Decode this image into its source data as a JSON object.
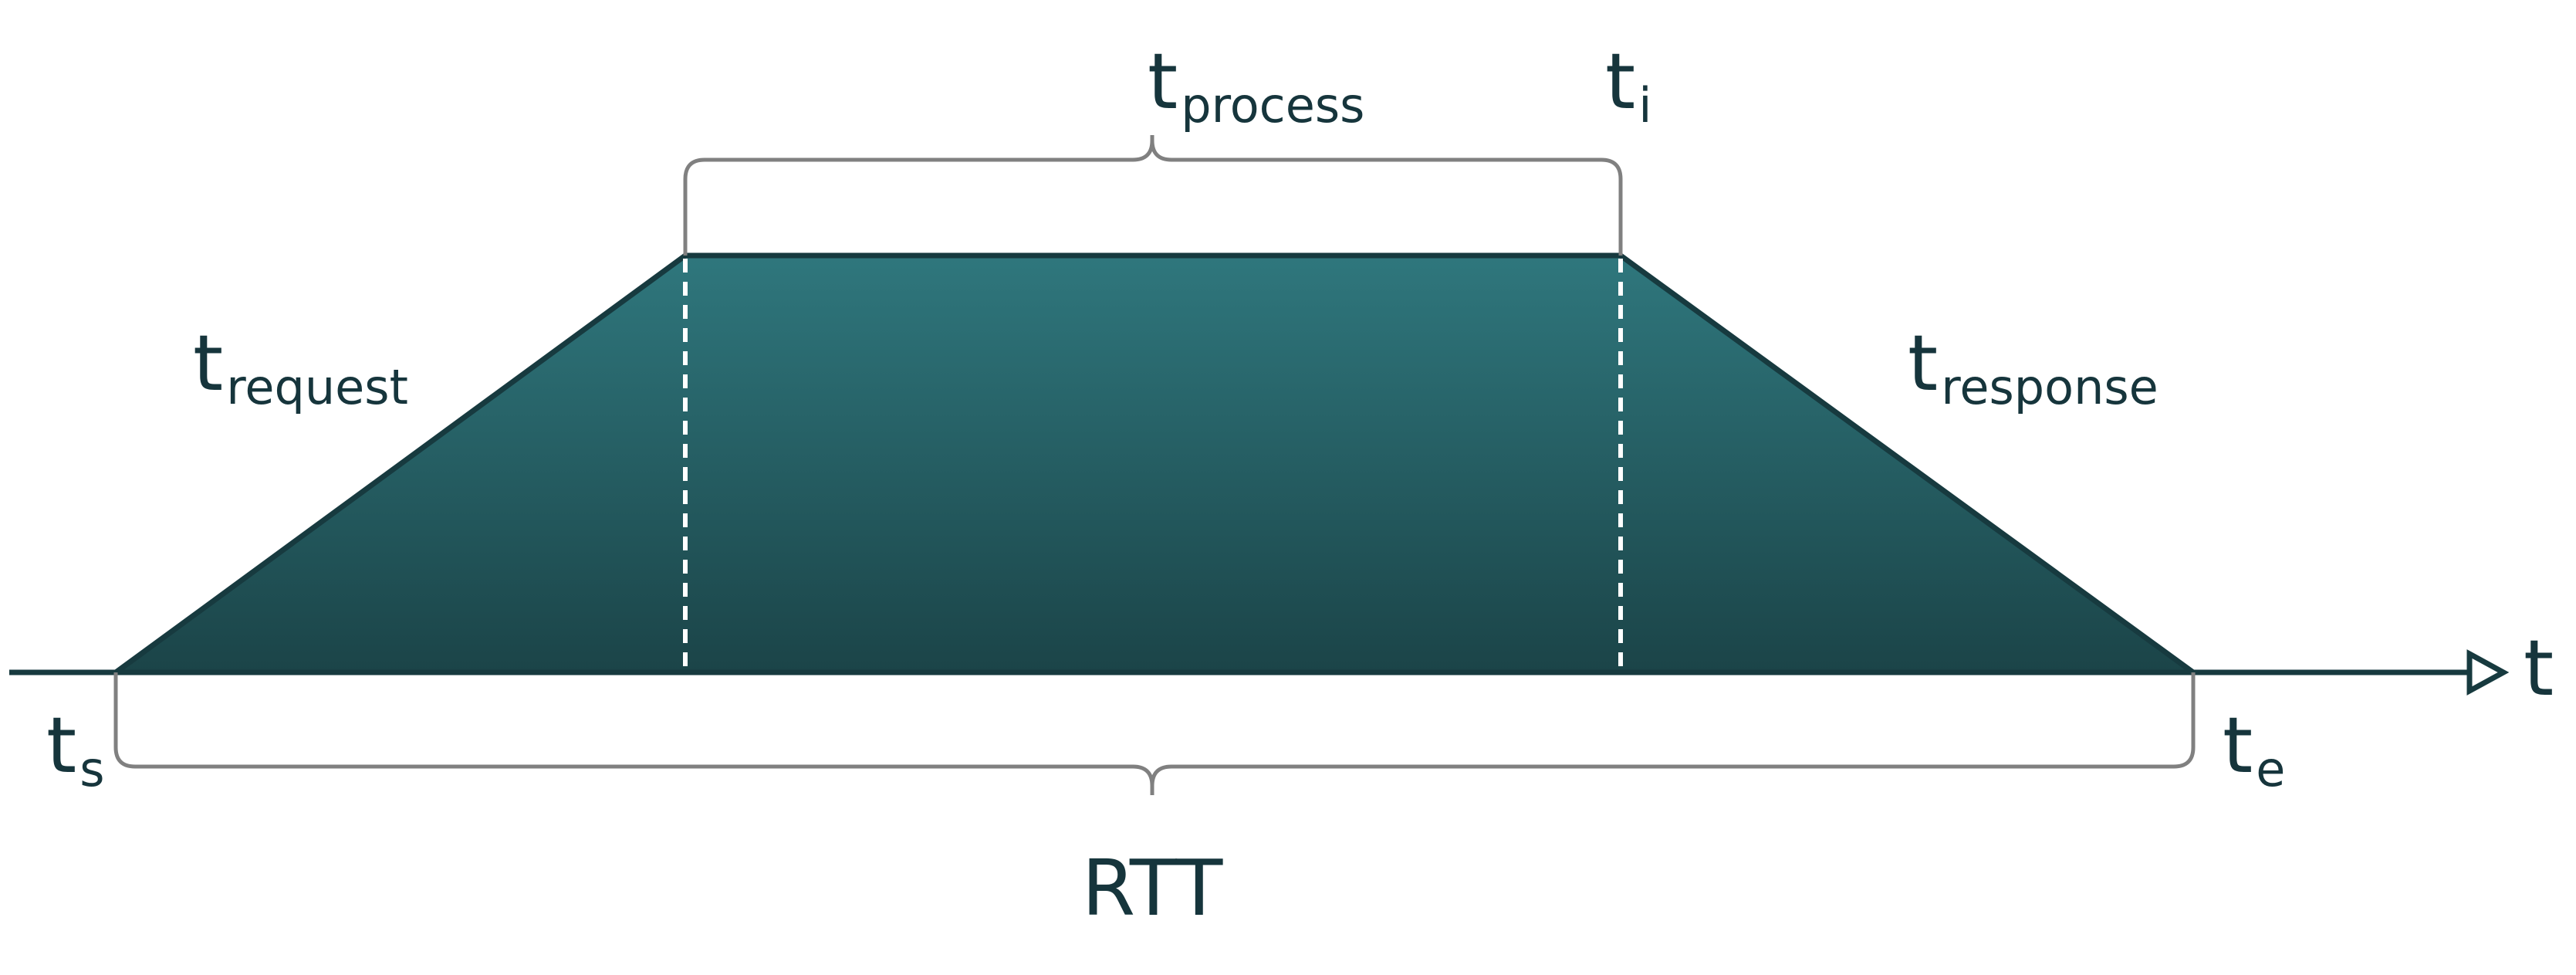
{
  "diagram": {
    "colors": {
      "fill_top": "#2f777d",
      "fill_bottom": "#1b4448",
      "outline": "#173a3f",
      "brace": "#808080",
      "text": "#16353c",
      "dashed_line": "#ffffff"
    },
    "labels": {
      "t_process": {
        "base": "t",
        "sub": "process"
      },
      "t_i": {
        "base": "t",
        "sub": "i"
      },
      "t_request": {
        "base": "t",
        "sub": "request"
      },
      "t_response": {
        "base": "t",
        "sub": "response"
      },
      "t_s": {
        "base": "t",
        "sub": "s"
      },
      "t_e": {
        "base": "t",
        "sub": "e"
      },
      "axis_t": "t",
      "rtt": "RTT"
    }
  }
}
